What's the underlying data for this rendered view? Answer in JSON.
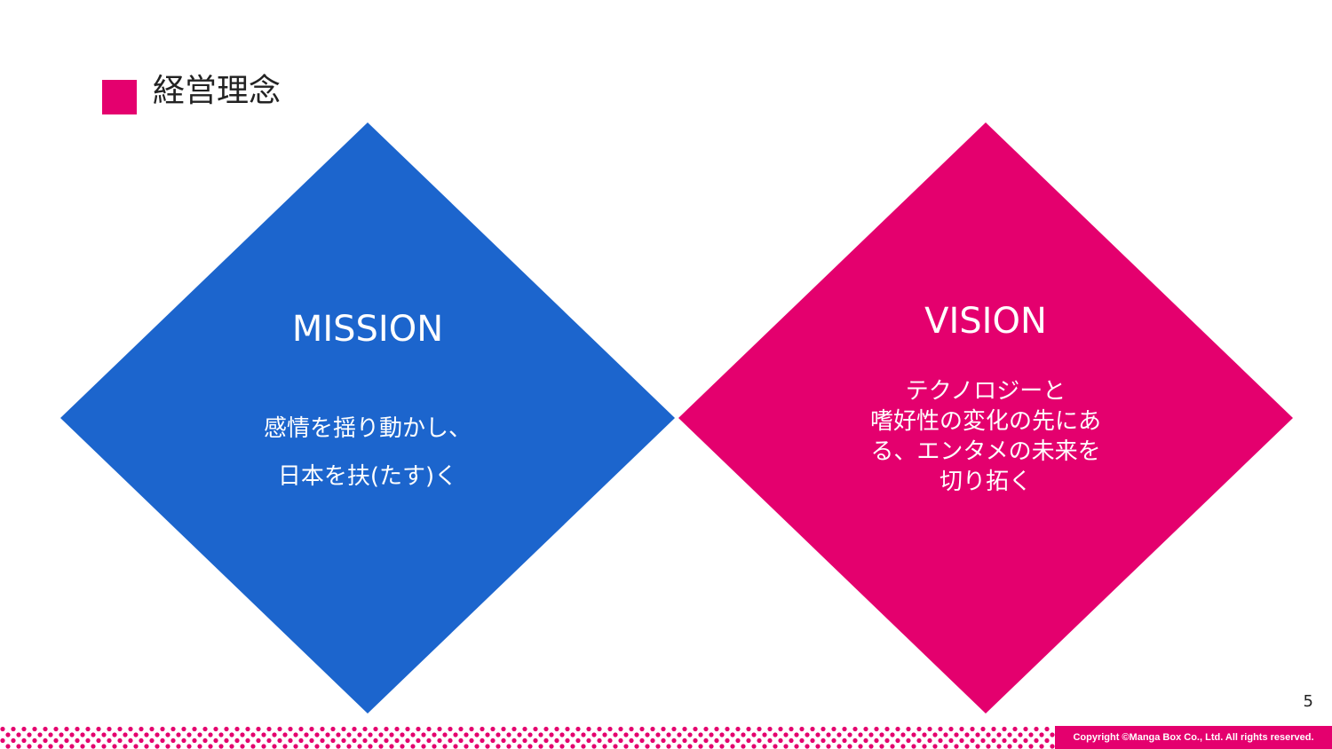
{
  "colors": {
    "accent_pink": "#e4006e",
    "mission_blue": "#1c65cd",
    "text_dark": "#222222",
    "white": "#ffffff"
  },
  "header": {
    "marker_icon": "pink-square-icon",
    "title": "経営理念"
  },
  "mission": {
    "heading": "MISSION",
    "lines": [
      "感情を揺り動かし、",
      "日本を扶(たす)く"
    ]
  },
  "vision": {
    "heading": "VISION",
    "lines": [
      "テクノロジーと",
      "嗜好性の変化の先にあ",
      "る、エンタメの未来を",
      "切り拓く"
    ]
  },
  "footer": {
    "page_number": "5",
    "copyright": "Copyright ©Manga Box Co., Ltd. All rights reserved."
  }
}
